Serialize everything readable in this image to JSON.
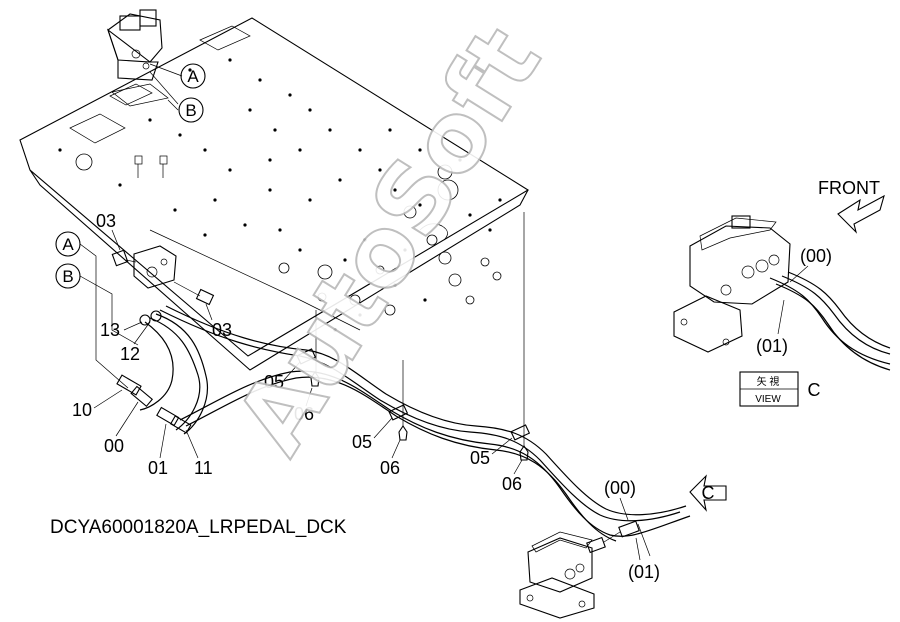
{
  "diagram": {
    "drawing_code": "DCYA60001820A_LRPEDAL_DCK",
    "watermark": "AutoSoft",
    "front_label": "FRONT",
    "view_box": {
      "kanji": "矢 視",
      "view_label": "VIEW",
      "letter": "C"
    },
    "view_arrow_letter": "C",
    "circle_labels": {
      "a_top": "A",
      "b_top": "B",
      "a_left": "A",
      "b_left": "B"
    },
    "part_labels": {
      "p03_top": "03",
      "p03_right": "03",
      "p13": "13",
      "p12": "12",
      "p10": "10",
      "p00_left": "00",
      "p01_left": "01",
      "p11": "11",
      "p05_a": "05",
      "p06_a": "06",
      "p05_b": "05",
      "p06_b": "06",
      "p05_c": "05",
      "p06_c": "06",
      "p00_view": "(00)",
      "p01_view": "(01)",
      "p00_bottom": "(00)",
      "p01_bottom": "(01)"
    }
  }
}
